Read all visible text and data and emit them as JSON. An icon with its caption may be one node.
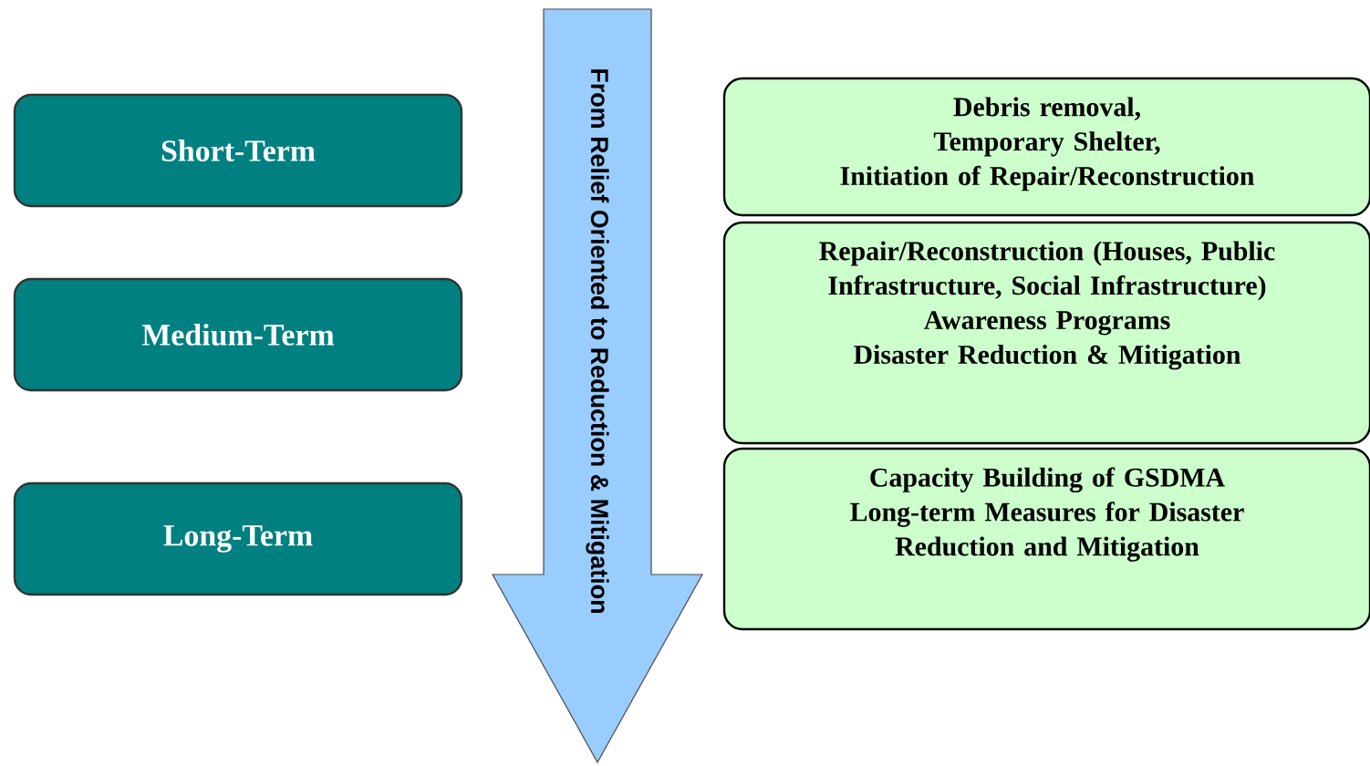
{
  "diagram": {
    "nodes": [
      {
        "text": [
          "Short-Term"
        ]
      },
      {
        "text": [
          "Medium-Term"
        ]
      },
      {
        "text": [
          "Long-Term"
        ]
      },
      {
        "text": [
          "From Relief Oriented to Reduction & Mitigation"
        ]
      },
      {
        "text": [
          "Debris removal,",
          "Temporary Shelter,",
          "Initiation of Repair/Reconstruction"
        ]
      },
      {
        "text": [
          "Repair/Reconstruction (Houses, Public Infrastructure, Social Infrastructure)",
          "Awareness Programs",
          "Disaster Reduction & Mitigation"
        ]
      },
      {
        "text": [
          "Capacity Building of GSDMA",
          "Long-term Measures for Disaster Reduction and Mitigation"
        ]
      }
    ]
  }
}
